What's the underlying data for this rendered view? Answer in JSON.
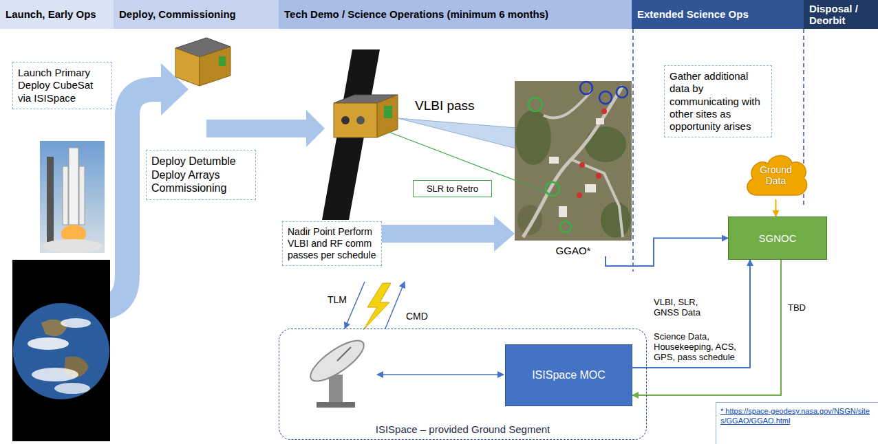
{
  "diagram": {
    "nodes": [
      {
        "text": [
          "Launch, Early Ops"
        ]
      },
      {
        "text": [
          "Deploy, Commissioning"
        ]
      },
      {
        "text": [
          "Tech Demo / Science Operations (minimum 6 months)"
        ]
      },
      {
        "text": [
          "Extended Science Ops"
        ]
      },
      {
        "text": [
          "Disposal / Deorbit"
        ]
      },
      {
        "text": [
          "Launch Primary Deploy CubeSat via ISISpace"
        ]
      },
      {
        "text": [
          "Deploy Detumble Deploy Arrays Commissioning"
        ]
      },
      {
        "text": [
          "Nadir Point Perform VLBI and RF comm passes per schedule"
        ]
      },
      {
        "text": [
          "SLR to Retro"
        ]
      },
      {
        "text": [
          "GGAO*"
        ]
      },
      {
        "text": [
          "Gather additional data by communicating with other sites as opportunity arises"
        ]
      },
      {
        "text": [
          "Ground Data"
        ]
      },
      {
        "text": [
          "SGNOC"
        ]
      },
      {
        "text": [
          "ISISpace – provided Ground Segment"
        ]
      },
      {
        "text": [
          "ISISpace MOC"
        ],
        "in": 13
      },
      {
        "text": [
          "* https://space-geodesy.nasa.gov/NSGN/sites/GGAO/GGAO.html"
        ]
      }
    ],
    "edges": [
      {
        "from": 7,
        "to": 9,
        "arrow": "to"
      },
      {
        "from": 9,
        "to": 12,
        "label": "VLBI, SLR, GNSS Data",
        "arrow": "to"
      },
      {
        "from": 14,
        "to": 12,
        "label": "Science Data, Housekeeping, ACS, GPS, pass schedule",
        "arrow": "to"
      },
      {
        "from": 12,
        "to": 14,
        "label": "TBD",
        "arrow": "to"
      },
      {
        "from": 11,
        "to": 12,
        "arrow": "to"
      }
    ],
    "labels": [
      "VLBI pass",
      "TLM",
      "CMD"
    ]
  }
}
